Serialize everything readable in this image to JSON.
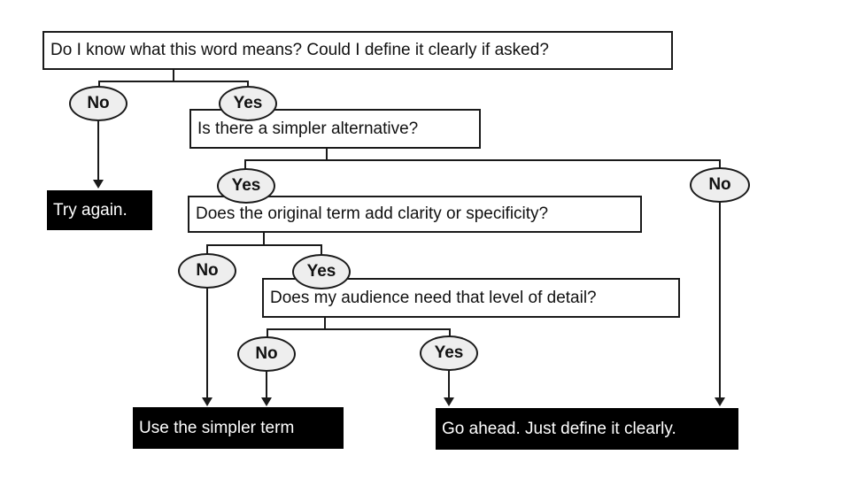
{
  "diagram": {
    "type": "decision-flowchart",
    "nodes": {
      "q1": {
        "label": "Do I know what this word means? Could I define it clearly if asked?"
      },
      "no1": {
        "label": "No"
      },
      "yes1": {
        "label": "Yes"
      },
      "try_again": {
        "label": "Try again."
      },
      "q2": {
        "label": "Is there a simpler alternative?"
      },
      "yes2": {
        "label": "Yes"
      },
      "no_far": {
        "label": "No"
      },
      "q3": {
        "label": "Does the original term add clarity or specificity?"
      },
      "no3": {
        "label": "No"
      },
      "yes3": {
        "label": "Yes"
      },
      "q4": {
        "label": "Does my audience need that level of detail?"
      },
      "no4": {
        "label": "No"
      },
      "yes4": {
        "label": "Yes"
      },
      "use_simpler": {
        "label": "Use the simpler term"
      },
      "go_ahead": {
        "label": "Go ahead. Just define it clearly."
      }
    },
    "colors": {
      "background": "#ffffff",
      "line": "#1a1a1a",
      "box_border": "#1a1a1a",
      "box_fill": "#ffffff",
      "ellipse_fill": "#eeeeee",
      "terminal_fill": "#000000",
      "terminal_text": "#ffffff",
      "text": "#111111"
    }
  }
}
